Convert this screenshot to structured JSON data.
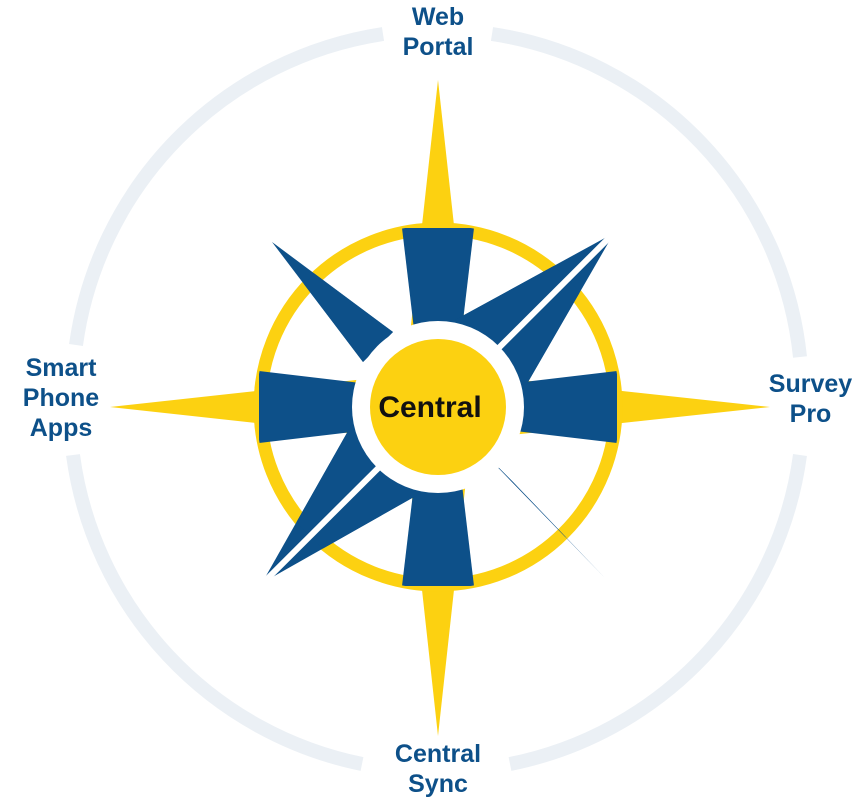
{
  "colors": {
    "navy": "#0d5089",
    "gold": "#fcd111",
    "ring": "#ebf0f5",
    "center_text": "#111111",
    "background": "#ffffff"
  },
  "nodes": {
    "top": {
      "line1": "Web",
      "line2": "Portal"
    },
    "right": {
      "line1": "Survey",
      "line2": "Pro"
    },
    "bottom": {
      "line1": "Central",
      "line2": "Sync"
    },
    "left": {
      "line1": "Smart",
      "line2": "Phone",
      "line3": "Apps"
    },
    "center": {
      "label": "Central"
    }
  }
}
